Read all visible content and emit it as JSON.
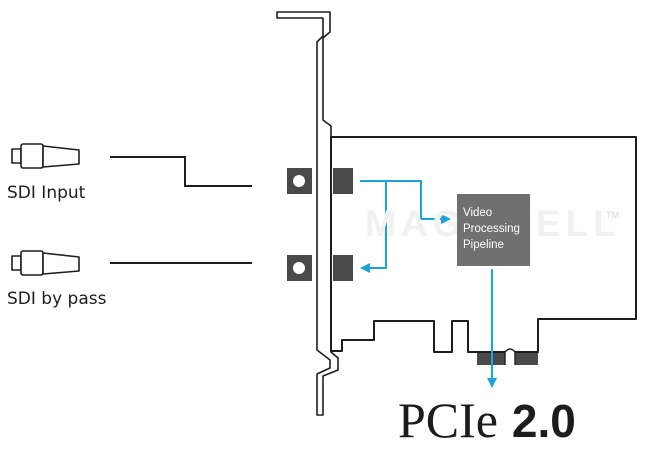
{
  "labels": {
    "sdi_input": "SDI Input",
    "sdi_bypass": "SDI by pass"
  },
  "pipeline": {
    "line1": "Video",
    "line2": "Processing",
    "line3": "Pipeline"
  },
  "watermark": {
    "text": "MAGEWELL",
    "tm": "TM"
  },
  "interface": {
    "name": "PCIe",
    "version": "2.0"
  },
  "colors": {
    "line": "#1e1e1e",
    "arrow": "#1aa3dd",
    "box": "#707070",
    "connector": "#4a4a4a"
  },
  "icons": [
    "bnc-cable-icon",
    "bnc-cable-icon"
  ]
}
